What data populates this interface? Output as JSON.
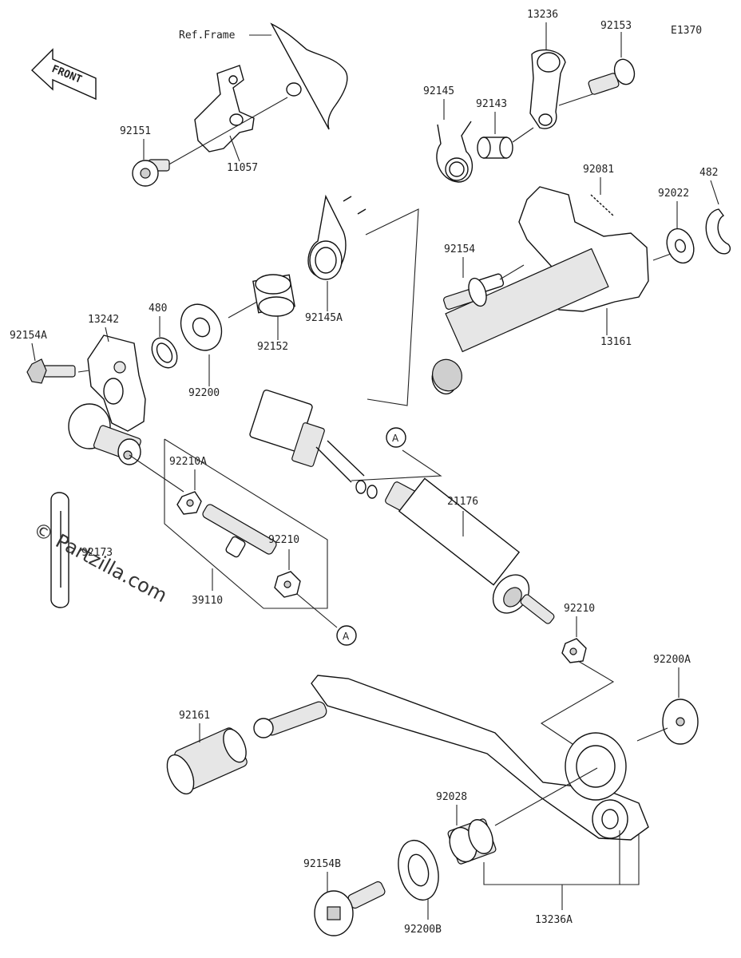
{
  "diagram_code": "E1370",
  "ref_frame_label": "Ref.Frame",
  "front_label": "FRONT",
  "watermark": "© Partzilla.com",
  "callout_a": "A",
  "parts": {
    "p13236": "13236",
    "p92153": "92153",
    "p92145": "92145",
    "p92143": "92143",
    "p92151": "92151",
    "p11057": "11057",
    "p92081": "92081",
    "p482": "482",
    "p92022": "92022",
    "p92154": "92154",
    "p13161": "13161",
    "p92145A": "92145A",
    "p92152": "92152",
    "p480": "480",
    "p92200": "92200",
    "p92154A": "92154A",
    "p13242": "13242",
    "p92210A": "92210A",
    "p92173": "92173",
    "p92210_a": "92210",
    "p39110": "39110",
    "p21176": "21176",
    "p92210_b": "92210",
    "p92200A": "92200A",
    "p92161": "92161",
    "p92028": "92028",
    "p92154B": "92154B",
    "p92200B": "92200B",
    "p13236A": "13236A"
  }
}
